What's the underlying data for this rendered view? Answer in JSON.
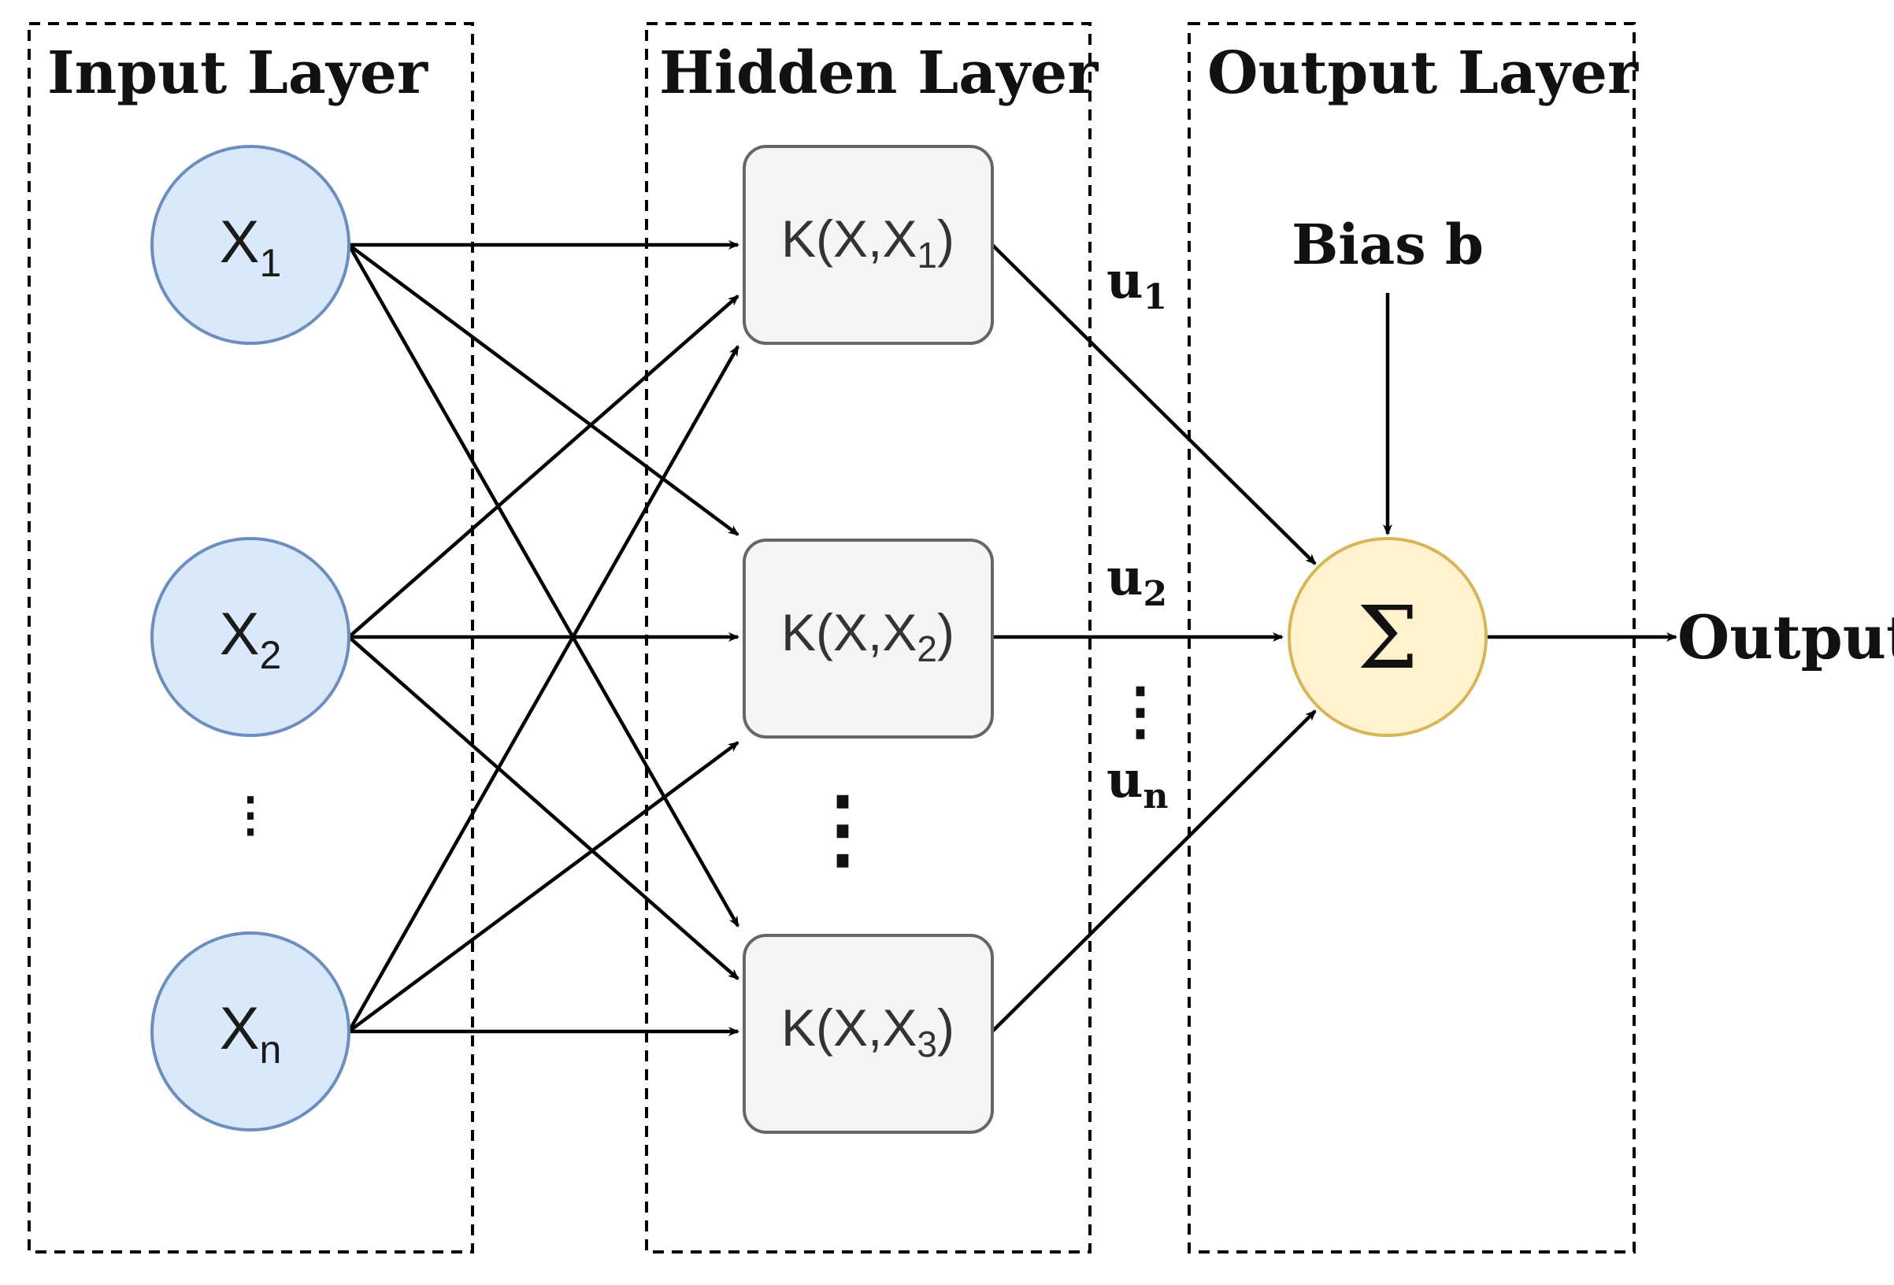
{
  "layers": {
    "input": "Input Layer",
    "hidden": "Hidden Layer",
    "output": "Output Layer"
  },
  "inputs": [
    {
      "main": "X",
      "sub": "1"
    },
    {
      "main": "X",
      "sub": "2"
    },
    {
      "main": "X",
      "sub": "n"
    }
  ],
  "kernels": [
    {
      "prefix": "K(X,X",
      "sub": "1",
      "suffix": ")"
    },
    {
      "prefix": "K(X,X",
      "sub": "2",
      "suffix": ")"
    },
    {
      "prefix": "K(X,X",
      "sub": "3",
      "suffix": ")"
    }
  ],
  "weights": [
    {
      "main": "u",
      "sub": "1"
    },
    {
      "main": "u",
      "sub": "2"
    },
    {
      "main": "u",
      "sub": "n"
    }
  ],
  "ellipsis": "⋮",
  "bias": "Bias b",
  "sum_symbol": "Σ",
  "output": "Output",
  "colors": {
    "input_fill": "#dae8fc",
    "input_stroke": "#6c8ebf",
    "kernel_fill": "#f5f5f5",
    "kernel_stroke": "#666666",
    "sum_fill": "#fff2cc",
    "sum_stroke": "#d6b656",
    "edge": "#000000"
  }
}
